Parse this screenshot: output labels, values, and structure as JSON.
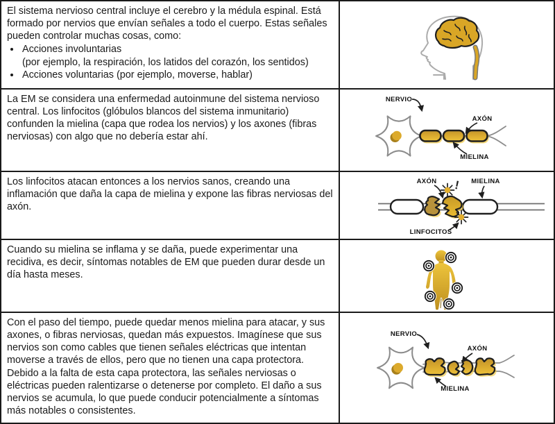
{
  "document": {
    "language": "es",
    "topic": "Educación sobre la esclerosis múltiple (EM) y el sistema nervioso central"
  },
  "colors": {
    "gold": "#D9A626",
    "gold_light": "#F2C83E",
    "gold_dark": "#A8801C",
    "outline": "#1F1F1F",
    "gray_line": "#8C8C8C",
    "border": "#1A1A1A",
    "text": "#1A1A1A"
  },
  "rows": [
    {
      "paragraph": "El sistema nervioso central incluye el cerebro y la médula espinal. Está formado por nervios que envían señales a todo el cuerpo. Estas señales pueden controlar muchas cosas, como:",
      "bullets": [
        "Acciones involuntarias\n(por ejemplo, la respiración, los latidos del corazón, los sentidos)",
        "Acciones voluntarias (por ejemplo, moverse, hablar)"
      ],
      "illustration": "head-with-brain-and-spinal-cord"
    },
    {
      "paragraph": "La EM se considera una enfermedad autoinmune del sistema nervioso central. Los linfocitos (glóbulos blancos del sistema inmunitario) confunden la mielina (capa que rodea los nervios) y los axones (fibras nerviosas) con algo que no debería estar ahí.",
      "illustration": "healthy-nerve-cell",
      "labels": {
        "nervio": "NERVIO",
        "axon": "AXÓN",
        "mielina": "MIELINA"
      }
    },
    {
      "paragraph": "Los linfocitos atacan entonces a los nervios sanos, creando una inflamación que daña la capa de mielina y expone las fibras nerviosas del axón.",
      "illustration": "lymphocytes-attacking-myelin",
      "labels": {
        "axon": "AXÓN",
        "mielina": "MIELINA",
        "linfocitos": "LINFOCITOS",
        "alert": "!"
      }
    },
    {
      "paragraph": "Cuando su mielina se inflama y se daña, puede experimentar una recidiva, es decir, síntomas notables de EM que pueden durar desde un día hasta meses.",
      "illustration": "body-with-symptom-spots"
    },
    {
      "paragraph": "Con el paso del tiempo, puede quedar menos mielina para atacar, y sus axones, o fibras nerviosas, quedan más expuestos. Imagínese que sus nervios son como cables que tienen señales eléctricas que intentan moverse a través de ellos, pero que no tienen una capa protectora. Debido a la falta de esta capa protectora, las señales nerviosas o eléctricas pueden ralentizarse o detenerse por completo. El daño a sus nervios se acumula, lo que puede conducir potencialmente a síntomas más notables o consistentes.",
      "illustration": "damaged-nerve-cell",
      "labels": {
        "nervio": "NERVIO",
        "axon": "AXÓN",
        "mielina": "MIELINA"
      }
    }
  ]
}
